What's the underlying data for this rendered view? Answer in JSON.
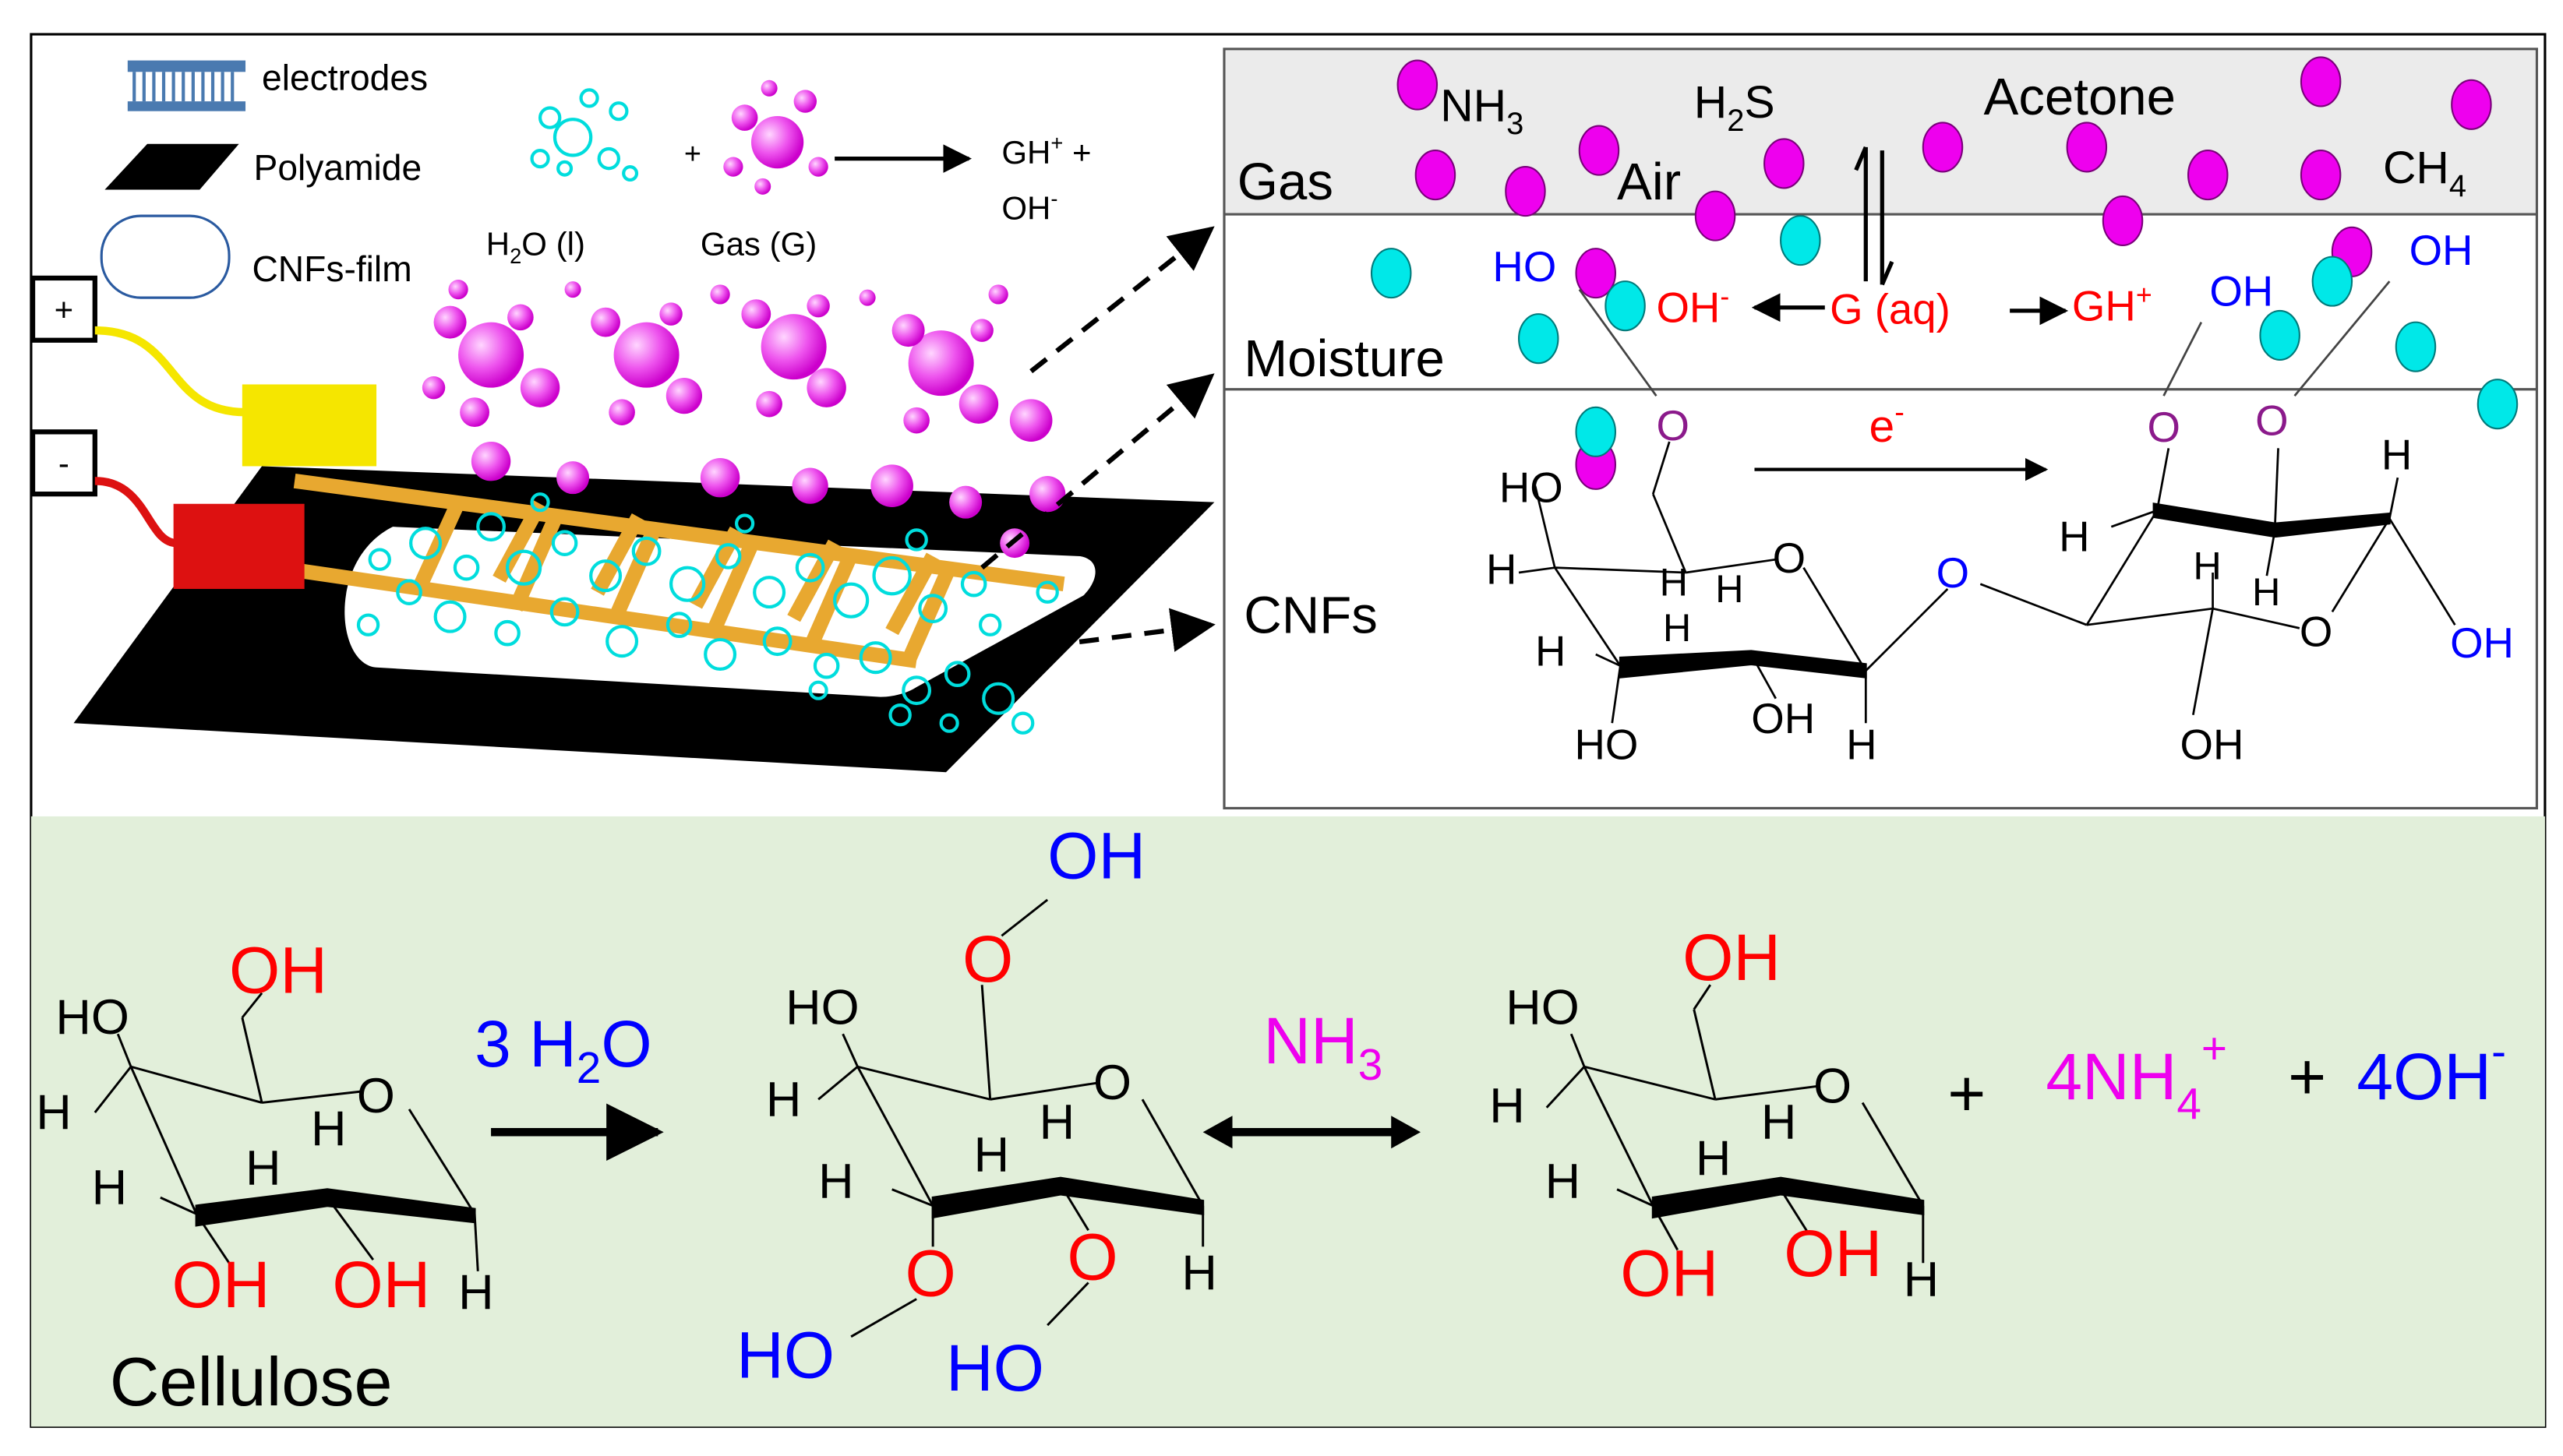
{
  "legend": {
    "electrodes": "electrodes",
    "polyamide": "Polyamide",
    "cnfs_film": "CNFs-film",
    "plus": "+",
    "minus": "-"
  },
  "reaction": {
    "water": "H",
    "water_sub": "2",
    "water_tail": "O  (l)",
    "plus": "+",
    "gas": "Gas (G)",
    "product1": "GH",
    "product1_sup": "+",
    "product1_tail": " +",
    "product2": "OH",
    "product2_sup": "-"
  },
  "layers": {
    "gas": "Gas",
    "moisture": "Moisture",
    "cnfs": "CNFs",
    "air": "Air"
  },
  "gases": {
    "nh3": "NH",
    "nh3_sub": "3",
    "h2s_h": "H",
    "h2s_sub": "2",
    "h2s_s": "S",
    "acetone": "Acetone",
    "ch4": "CH",
    "ch4_sub": "4"
  },
  "moisture_eq": {
    "oh": "OH",
    "oh_sup": "-",
    "g": "G (aq)",
    "gh": "GH",
    "gh_sup": "+",
    "ho": "HO",
    "oh_right1": "OH",
    "oh_right2": "OH"
  },
  "cnf_molecule": {
    "electron": "e",
    "electron_sup": "-",
    "o": "O",
    "h": "H",
    "ho": "HO",
    "oh": "OH"
  },
  "bottom": {
    "cellulose": "Cellulose",
    "h2o_prefix": "3 H",
    "h2o_sub": "2",
    "h2o_tail": "O",
    "nh3": "NH",
    "nh3_sub": "3",
    "plus": "+",
    "nh4": "4NH",
    "nh4_sub": "4",
    "nh4_sup": "+",
    "plus2": " + ",
    "oh4": "4OH",
    "oh4_sup": "-"
  },
  "colors": {
    "magenta": "#ee00ee",
    "cyan": "#00e0e0",
    "red": "#ff0000",
    "blue": "#0000ff",
    "purple": "#8b1a8b",
    "green_bg": "#e2efda",
    "gray_bg": "#ececec",
    "yellow": "#ffff00",
    "orange": "#f0b030"
  }
}
